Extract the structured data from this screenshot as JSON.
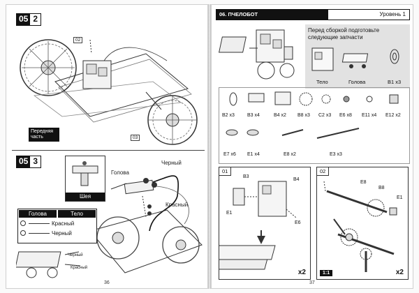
{
  "left_page": {
    "step_a": {
      "chapter": "05",
      "step": "2"
    },
    "callout_02": "02",
    "callout_03": "03",
    "front_part_label": "Передняя часть",
    "step_b": {
      "chapter": "05",
      "step": "3"
    },
    "head_label": "Голова",
    "neck_label": "Шея",
    "black_label": "Черный",
    "red_label": "Красный",
    "legend": {
      "header_head": "Голова",
      "header_body": "Тело",
      "row1_label": "Красный",
      "row2_label": "Черный"
    },
    "small_black": "Черный",
    "small_red": "Красный",
    "page_number": "36"
  },
  "right_page": {
    "section_title": "06. ПЧЕЛОБОТ",
    "level": "Уровень 1",
    "prep_text": "Перед сборкой подготовьте следующие запчасти",
    "prep_items": [
      "Тело",
      "Голова",
      "B1 x3"
    ],
    "parts_row1": [
      "B2 x3",
      "B3 x4",
      "B4 x2",
      "B8 x3",
      "C2 x3",
      "E6 x8",
      "E11 x4",
      "E12 x2"
    ],
    "parts_row2": [
      "E7 x6",
      "E1 x4",
      "E8 x2",
      "E3 x3"
    ],
    "panel1": {
      "number": "01",
      "labels": [
        "B3",
        "B4",
        "E1",
        "E6"
      ],
      "multiplier": "x2"
    },
    "panel2": {
      "number": "02",
      "labels": [
        "E8",
        "B8",
        "E1"
      ],
      "multiplier": "x2",
      "scale": "1:1"
    },
    "page_number": "37"
  }
}
